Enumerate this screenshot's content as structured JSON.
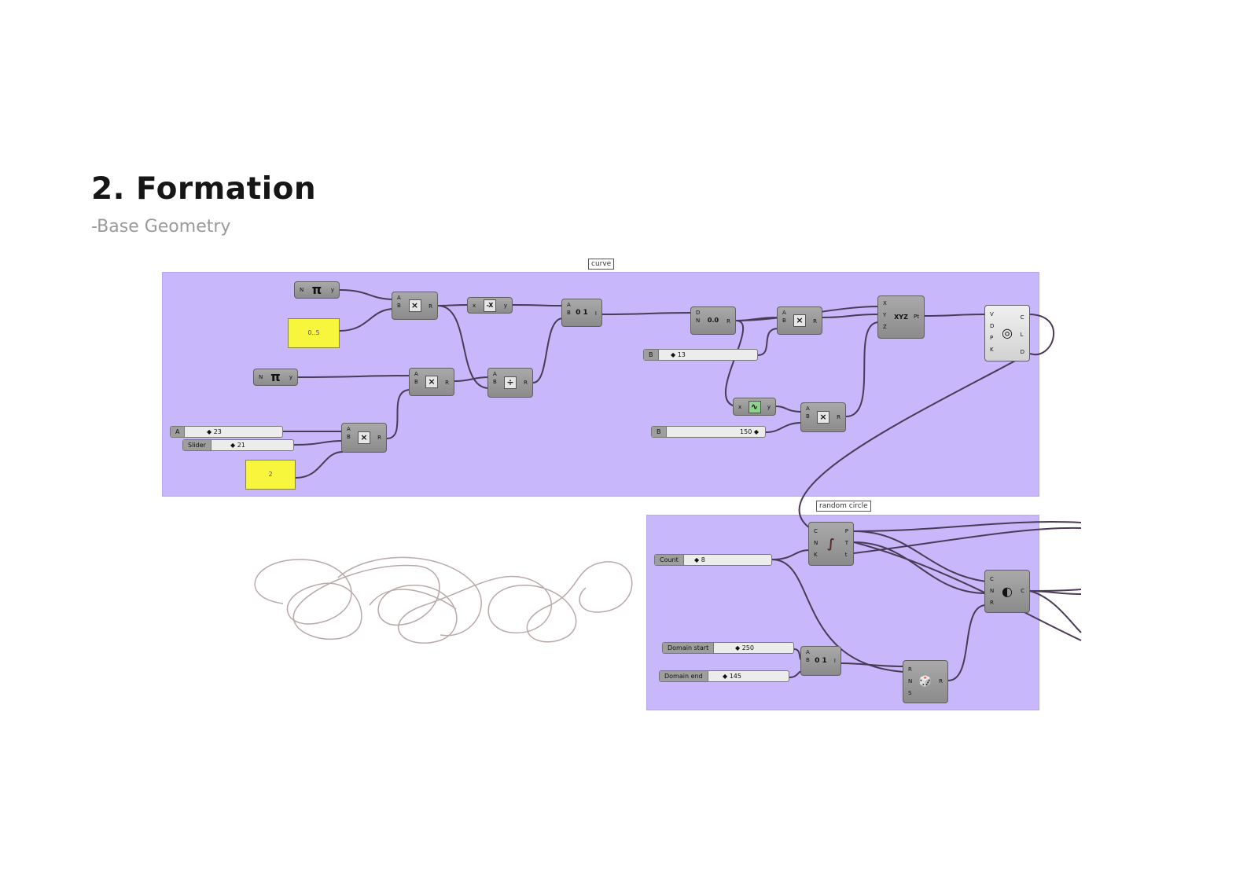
{
  "page": {
    "title": "2. Formation",
    "subtitle": "-Base Geometry"
  },
  "groups": {
    "curve_label": "curve",
    "random_circle_label": "random circle"
  },
  "components": {
    "pi_top": {
      "in": "N",
      "glyph": "π",
      "out": "y"
    },
    "pi_mid": {
      "in": "N",
      "glyph": "π",
      "out": "y"
    },
    "mult_1": {
      "in": "A\nB",
      "glyph": "×",
      "out": "R"
    },
    "mult_2": {
      "in": "A\nB",
      "glyph": "×",
      "out": "R"
    },
    "mult_3": {
      "in": "A\nB",
      "glyph": "×",
      "out": "R"
    },
    "neg": {
      "in": "x",
      "glyph": "-X",
      "out": "y"
    },
    "div": {
      "in": "A\nB",
      "glyph": "÷",
      "out": "R"
    },
    "construct_domain_1": {
      "in": "A\nB",
      "glyph": "0 1",
      "out": "I"
    },
    "series": {
      "in": "D\nN",
      "glyph": "0.0",
      "out": "R"
    },
    "mult_4": {
      "in": "A\nB",
      "glyph": "×",
      "out": "R"
    },
    "point_xyz": {
      "in": "X\nY\nZ",
      "glyph": "XYZ",
      "out": "Pt"
    },
    "sine": {
      "in": "x",
      "glyph": "∿",
      "out": "y"
    },
    "mult_5": {
      "in": "A\nB",
      "glyph": "×",
      "out": "R"
    },
    "interp_curve": {
      "in": "V\nD\nP\nK",
      "glyph": "◎",
      "out": "C\nL\nD"
    },
    "divide_curve": {
      "in": "C\nN\nK",
      "glyph": "∫",
      "out": "P\nT\nt"
    },
    "circle": {
      "in": "C\nN\nR",
      "glyph": "◐",
      "out": "C"
    },
    "construct_domain_2": {
      "in": "A\nB",
      "glyph": "0 1",
      "out": "I"
    },
    "random": {
      "in": "R\nN\nS",
      "glyph": "🎲",
      "out": "R"
    }
  },
  "panels": {
    "panel_05": "0..5",
    "panel_2": "2"
  },
  "sliders": {
    "a": {
      "name": "A",
      "value": "◆ 23"
    },
    "slider": {
      "name": "Slider",
      "value": "◆ 21"
    },
    "b13": {
      "name": "B",
      "value": "◆ 13"
    },
    "b150": {
      "name": "B",
      "value": "150 ◆"
    },
    "count": {
      "name": "Count",
      "value": "◆ 8"
    },
    "domain_start": {
      "name": "Domain start",
      "value": "◆ 250"
    },
    "domain_end": {
      "name": "Domain end",
      "value": "◆ 145"
    }
  },
  "colors": {
    "group_fill": "#c8b7fb",
    "component_gray": "#9b9b9b",
    "panel_yellow": "#f8f53d",
    "wire": "#4a3b55",
    "preview_curve": "#b9a9a9"
  }
}
